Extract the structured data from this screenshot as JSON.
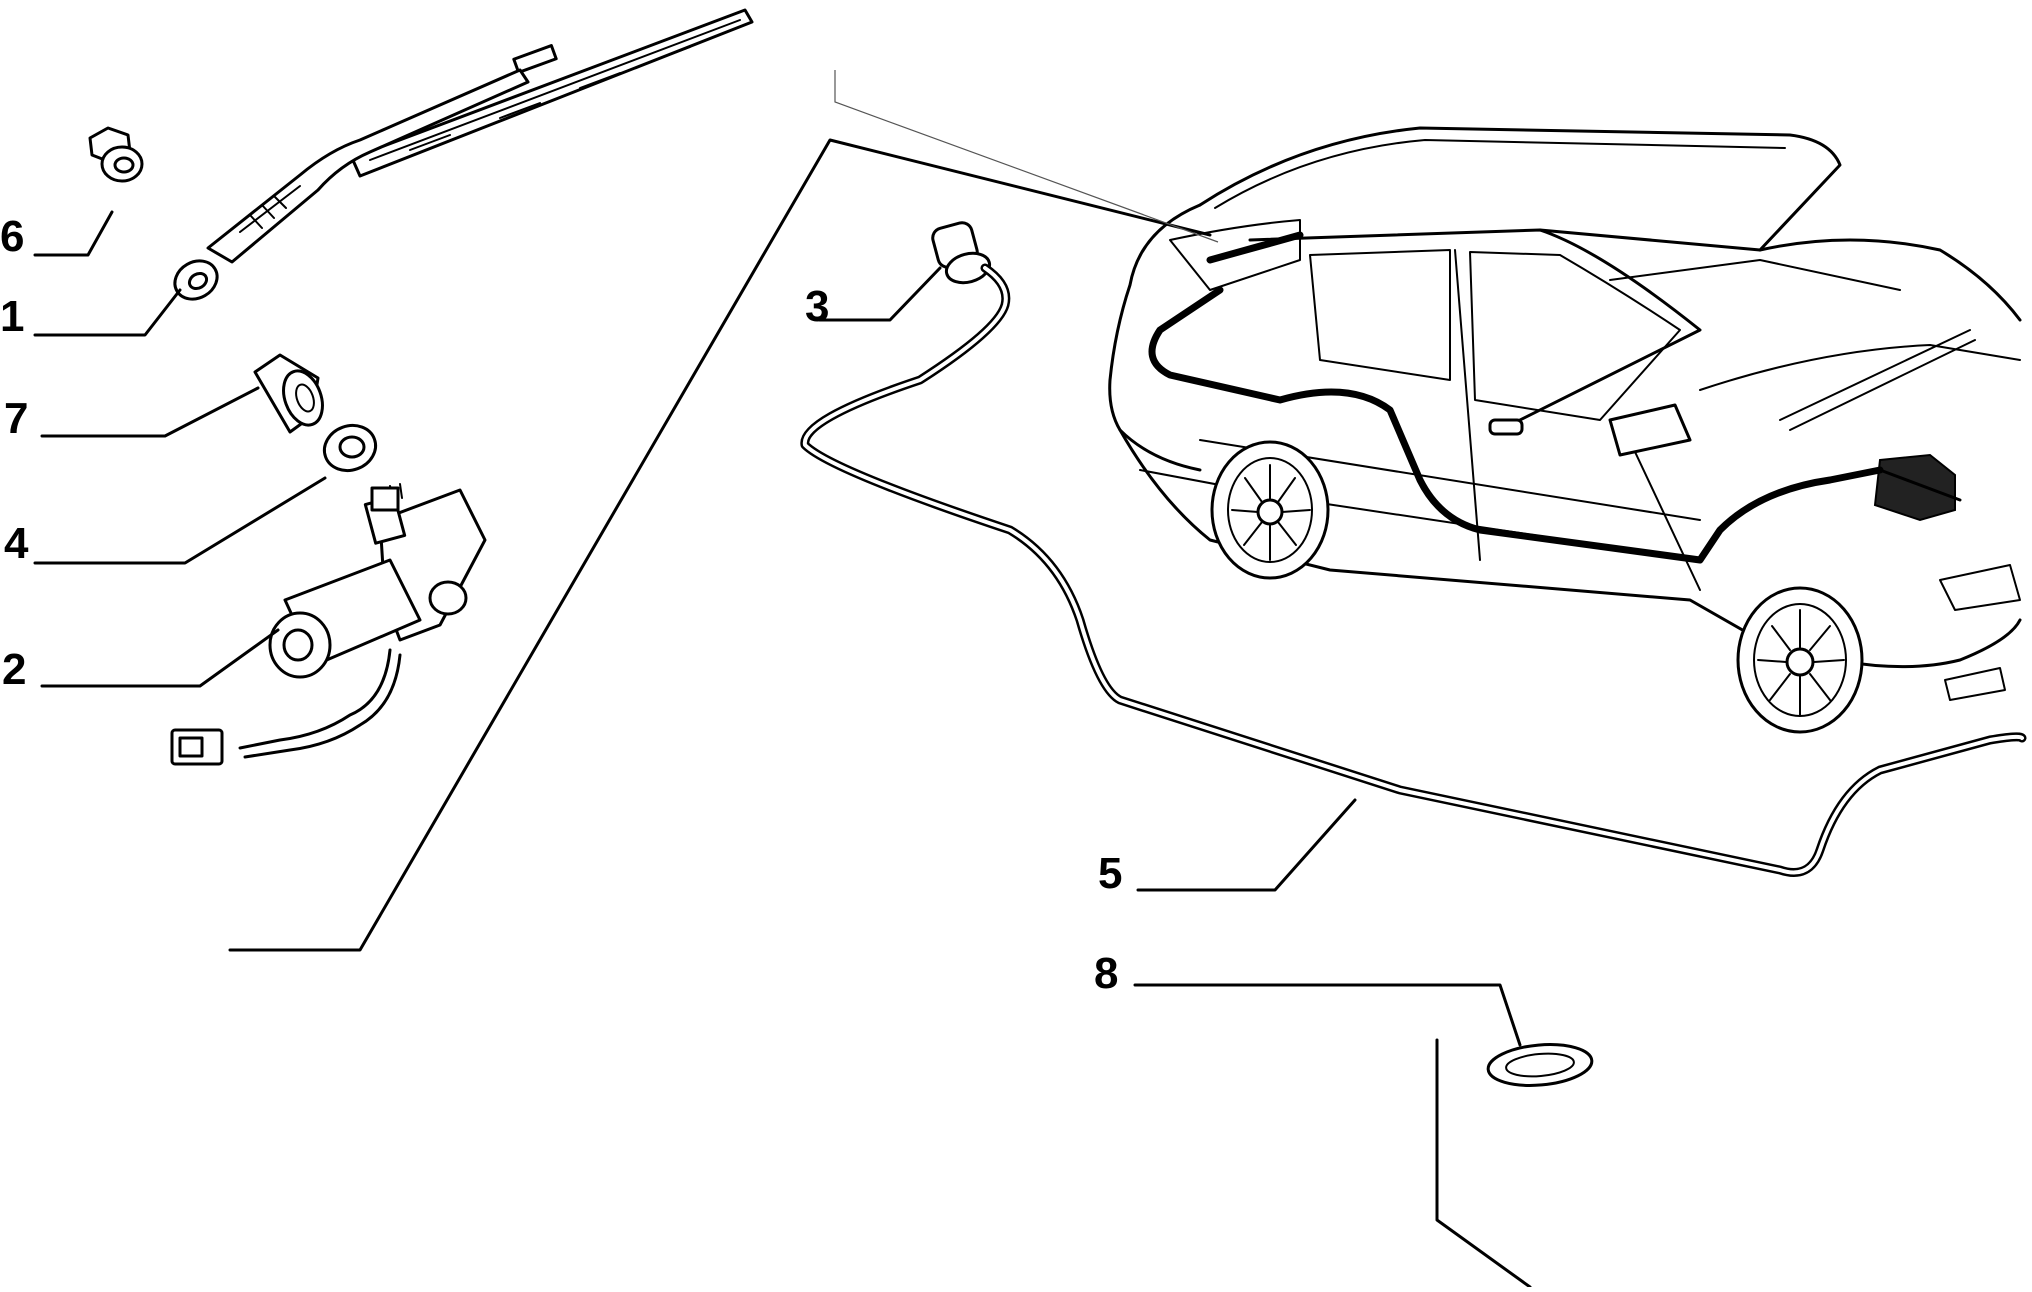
{
  "callouts": {
    "c6": "6",
    "c1": "1",
    "c7": "7",
    "c4": "4",
    "c2": "2",
    "c3": "3",
    "c5": "5",
    "c8": "8"
  }
}
